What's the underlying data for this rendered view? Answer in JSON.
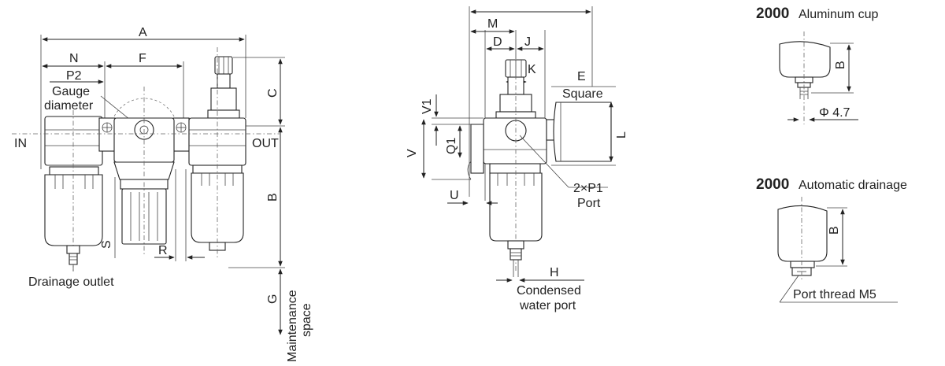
{
  "frl_unit": {
    "dims": {
      "A": "A",
      "N": "N",
      "F": "F",
      "P2": "P2",
      "C": "C",
      "B": "B",
      "S": "S",
      "R": "R",
      "G": "G"
    },
    "ports": {
      "in": "IN",
      "out": "OUT"
    },
    "gauge_label_1": "Gauge",
    "gauge_label_2": "diameter",
    "drain_label": "Drainage outlet",
    "maintenance_1": "Maintenance",
    "maintenance_2": "space"
  },
  "side_view": {
    "dims": {
      "M": "M",
      "D": "D",
      "J": "J",
      "K": "K",
      "E": "E",
      "L": "L",
      "V1": "V1",
      "V": "V",
      "Q1": "Q1",
      "U": "U",
      "H": "H"
    },
    "square_label": "Square",
    "port_label_1": "2×P1",
    "port_label_2": "Port",
    "condensed_1": "Condensed",
    "condensed_2": "water port"
  },
  "aluminum_cup": {
    "model": "2000",
    "label": "Aluminum cup",
    "dim_b": "B",
    "dia": "Φ 4.7"
  },
  "auto_drain": {
    "model": "2000",
    "label": "Automatic drainage",
    "dim_b": "B",
    "thread": "Port thread M5"
  }
}
